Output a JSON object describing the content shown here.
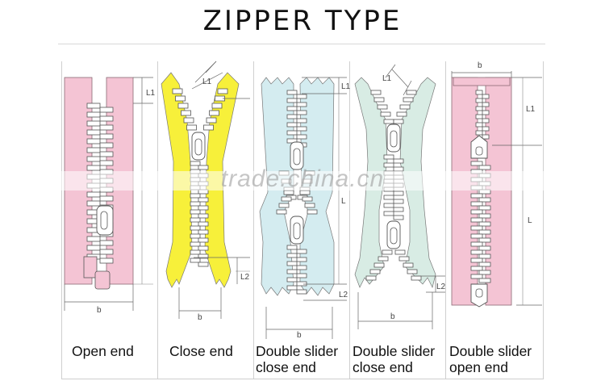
{
  "title": "ZIPPER TYPE",
  "watermark": "trade.china.cn",
  "colors": {
    "pink": "#f4c4d4",
    "yellow": "#f7f03a",
    "light_blue": "#d4ecf0",
    "mint": "#d8ece4"
  },
  "panels": [
    {
      "caption_lines": [
        "Open end"
      ],
      "dims": [
        "L1",
        "b"
      ]
    },
    {
      "caption_lines": [
        "Close end"
      ],
      "dims": [
        "L1",
        "L2",
        "b"
      ]
    },
    {
      "caption_lines": [
        "Double slider",
        "close end"
      ],
      "dims": [
        "L1",
        "L",
        "L2",
        "b"
      ]
    },
    {
      "caption_lines": [
        "Double slider",
        "close end"
      ],
      "dims": [
        "L1",
        "L2",
        "b"
      ]
    },
    {
      "caption_lines": [
        "Double slider",
        "open end"
      ],
      "dims": [
        "b",
        "L1",
        "L"
      ]
    }
  ]
}
